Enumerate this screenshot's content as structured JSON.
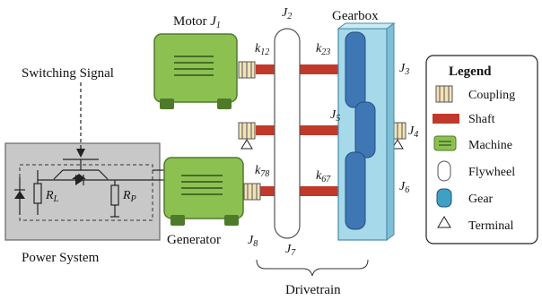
{
  "labels": {
    "motor": "Motor",
    "j1": "J",
    "j1_sub": "1",
    "j2": "J",
    "j2_sub": "2",
    "gearbox": "Gearbox",
    "j3": "J",
    "j3_sub": "3",
    "j4": "J",
    "j4_sub": "4",
    "j5": "J",
    "j5_sub": "5",
    "j6": "J",
    "j6_sub": "6",
    "j7": "J",
    "j7_sub": "7",
    "j8": "J",
    "j8_sub": "8",
    "k12": "k",
    "k12_sub": "12",
    "k23": "k",
    "k23_sub": "23",
    "k67": "k",
    "k67_sub": "67",
    "k78": "k",
    "k78_sub": "78",
    "switching_signal": "Switching Signal",
    "rl": "R",
    "rl_sub": "L",
    "rp": "R",
    "rp_sub": "P",
    "power_system": "Power System",
    "generator": "Generator",
    "drivetrain": "Drivetrain"
  },
  "legend": {
    "title": "Legend",
    "items": [
      "Coupling",
      "Shaft",
      "Machine",
      "Flywheel",
      "Gear",
      "Terminal"
    ]
  },
  "colors": {
    "machine_fill": "#8cc152",
    "machine_stroke": "#4f7a2a",
    "shaft": "#c0392b",
    "gearbox_fill": "#a6d9ea",
    "gear_fill": "#3f77b5",
    "coupling_fill": "#f2e3b6",
    "power_box": "#c8c8c8"
  }
}
